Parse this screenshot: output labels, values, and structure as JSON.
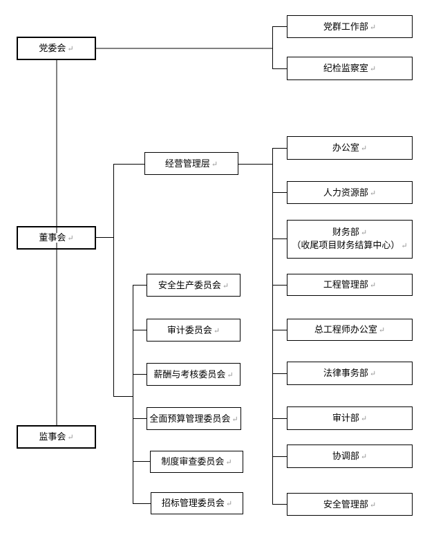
{
  "diagram": {
    "type": "org-chart",
    "paragraph_mark": "↵",
    "nodes": {
      "party_committee": "党委会",
      "board_of_directors": "董事会",
      "supervisory_board": "监事会",
      "management_team": "经营管理层",
      "party_mass_work_dept": "党群工作部",
      "discipline_inspection_office": "纪检监察室"
    },
    "committees": [
      "安全生产委员会",
      "审计委员会",
      "薪酬与考核委员会",
      "全面预算管理委员会",
      "制度审查委员会",
      "招标管理委员会"
    ],
    "departments": [
      {
        "label": "办公室"
      },
      {
        "label": "人力资源部"
      },
      {
        "label": "财务部",
        "sublabel": "（收尾项目财务结算中心）"
      },
      {
        "label": "工程管理部"
      },
      {
        "label": "总工程师办公室"
      },
      {
        "label": "法律事务部"
      },
      {
        "label": "审计部"
      },
      {
        "label": "协调部"
      },
      {
        "label": "安全管理部"
      }
    ],
    "colors": {
      "background": "#ffffff",
      "text": "#000000",
      "box_border": "#000000",
      "line_black": "#000000",
      "line_gray": "#808080",
      "paragraph_mark_gray": "#949494"
    }
  }
}
